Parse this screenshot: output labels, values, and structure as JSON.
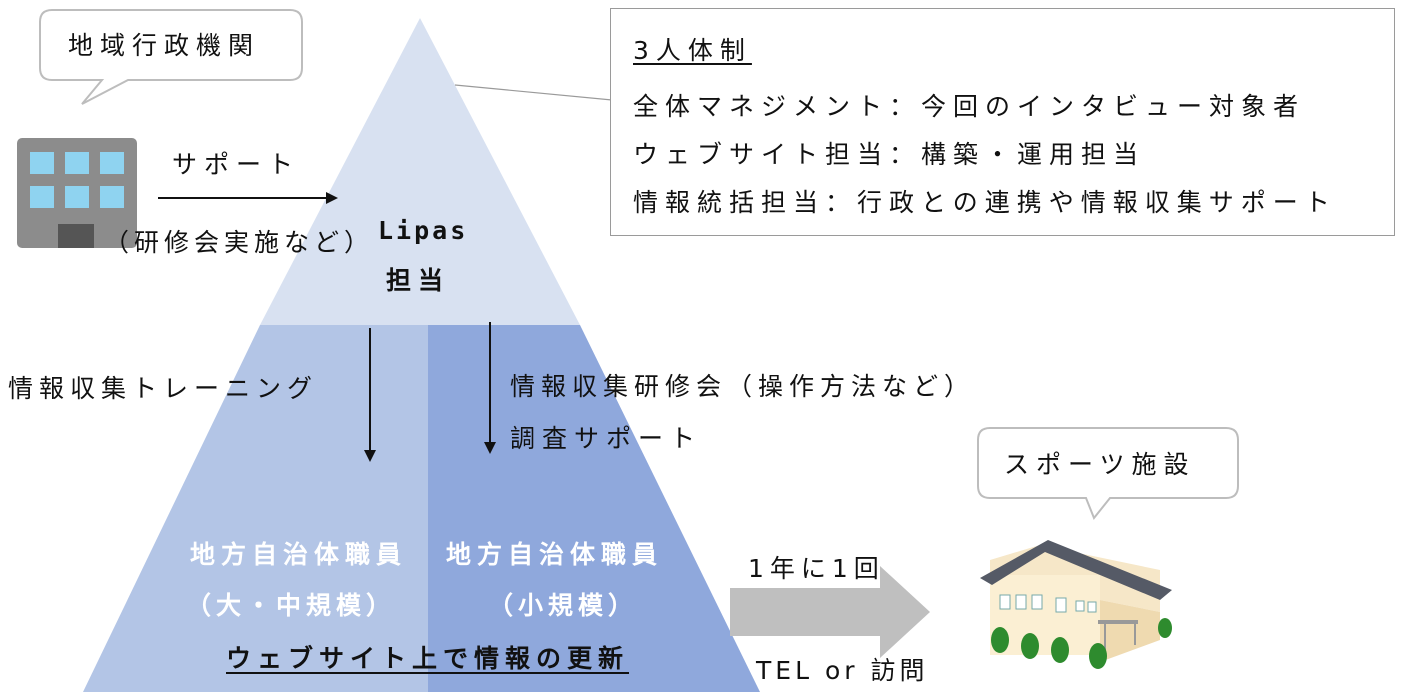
{
  "government_bubble": {
    "label": "地域行政機関"
  },
  "support_arrow": {
    "label": "サポート",
    "sub_label": "（研修会実施など）"
  },
  "apex": {
    "line1": "Lipas",
    "line2": "担当"
  },
  "info_box": {
    "heading": "3人体制",
    "lines": [
      "全体マネジメント：今回のインタビュー対象者",
      "ウェブサイト担当：構築・運用担当",
      "情報統括担当：行政との連携や情報収集サポート"
    ]
  },
  "left_arrow": {
    "label": "情報収集トレーニング"
  },
  "right_arrow": {
    "label": "情報収集研修会（操作方法など）",
    "sub_label": "調査サポート"
  },
  "large_municipality": {
    "line1": "地方自治体職員",
    "line2": "（大・中規模）"
  },
  "small_municipality": {
    "line1": "地方自治体職員",
    "line2": "（小規模）"
  },
  "update_text": "ウェブサイト上で情報の更新",
  "annual_arrow": {
    "label": "1年に1回",
    "sub_label": "TEL or 訪問"
  },
  "facility_bubble": {
    "label": "スポーツ施設"
  },
  "colors": {
    "apex": "#d8e1f1",
    "lower_left": "#b3c5e6",
    "lower_right": "#8fa8dc",
    "gray_arrow": "#bfbfbf"
  }
}
